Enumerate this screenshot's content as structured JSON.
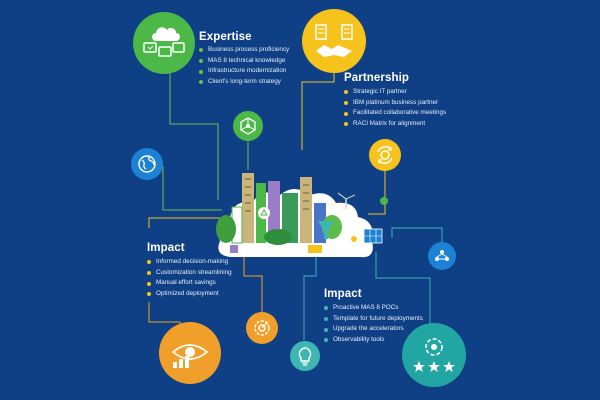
{
  "colors": {
    "background": "#0f3f85",
    "green": "#4cb848",
    "yellow": "#f6c21c",
    "orange": "#f0a02a",
    "teal": "#22a6a3",
    "blue": "#1d82d4",
    "line_green": "#6cc04a",
    "line_yellow": "#f6c21c",
    "line_teal": "#3fb6b2"
  },
  "sections": {
    "expertise": {
      "title": "Expertise",
      "items": [
        "Business process proficiency",
        "MAS 8 technical knowledge",
        "Infrastructure modernization",
        "Client's long-term strategy"
      ]
    },
    "partnership": {
      "title": "Partnership",
      "items": [
        "Strategic IT partner",
        "IBM platinum business partner",
        "Facilitated collaborative meetings",
        "RACI Matrix for alignment"
      ]
    },
    "impact_left": {
      "title": "Impact",
      "items": [
        "Informed decision-making",
        "Customization streamlining",
        "Manual effort savings",
        "Optimized deployment"
      ]
    },
    "impact_right": {
      "title": "Impact",
      "items": [
        "Proactive MAS 8 POCs",
        "Template for future deployments",
        "Upgrade the accelerators",
        "Observability tools"
      ]
    }
  },
  "icons": [
    "computers-cloud-icon",
    "handshake-buildings-icon",
    "network-hexagon-icon",
    "globe-icon",
    "gears-cycle-icon",
    "people-network-icon",
    "eye-analytics-icon",
    "target-gear-icon",
    "lightbulb-icon",
    "stars-review-icon",
    "city-illustration"
  ]
}
